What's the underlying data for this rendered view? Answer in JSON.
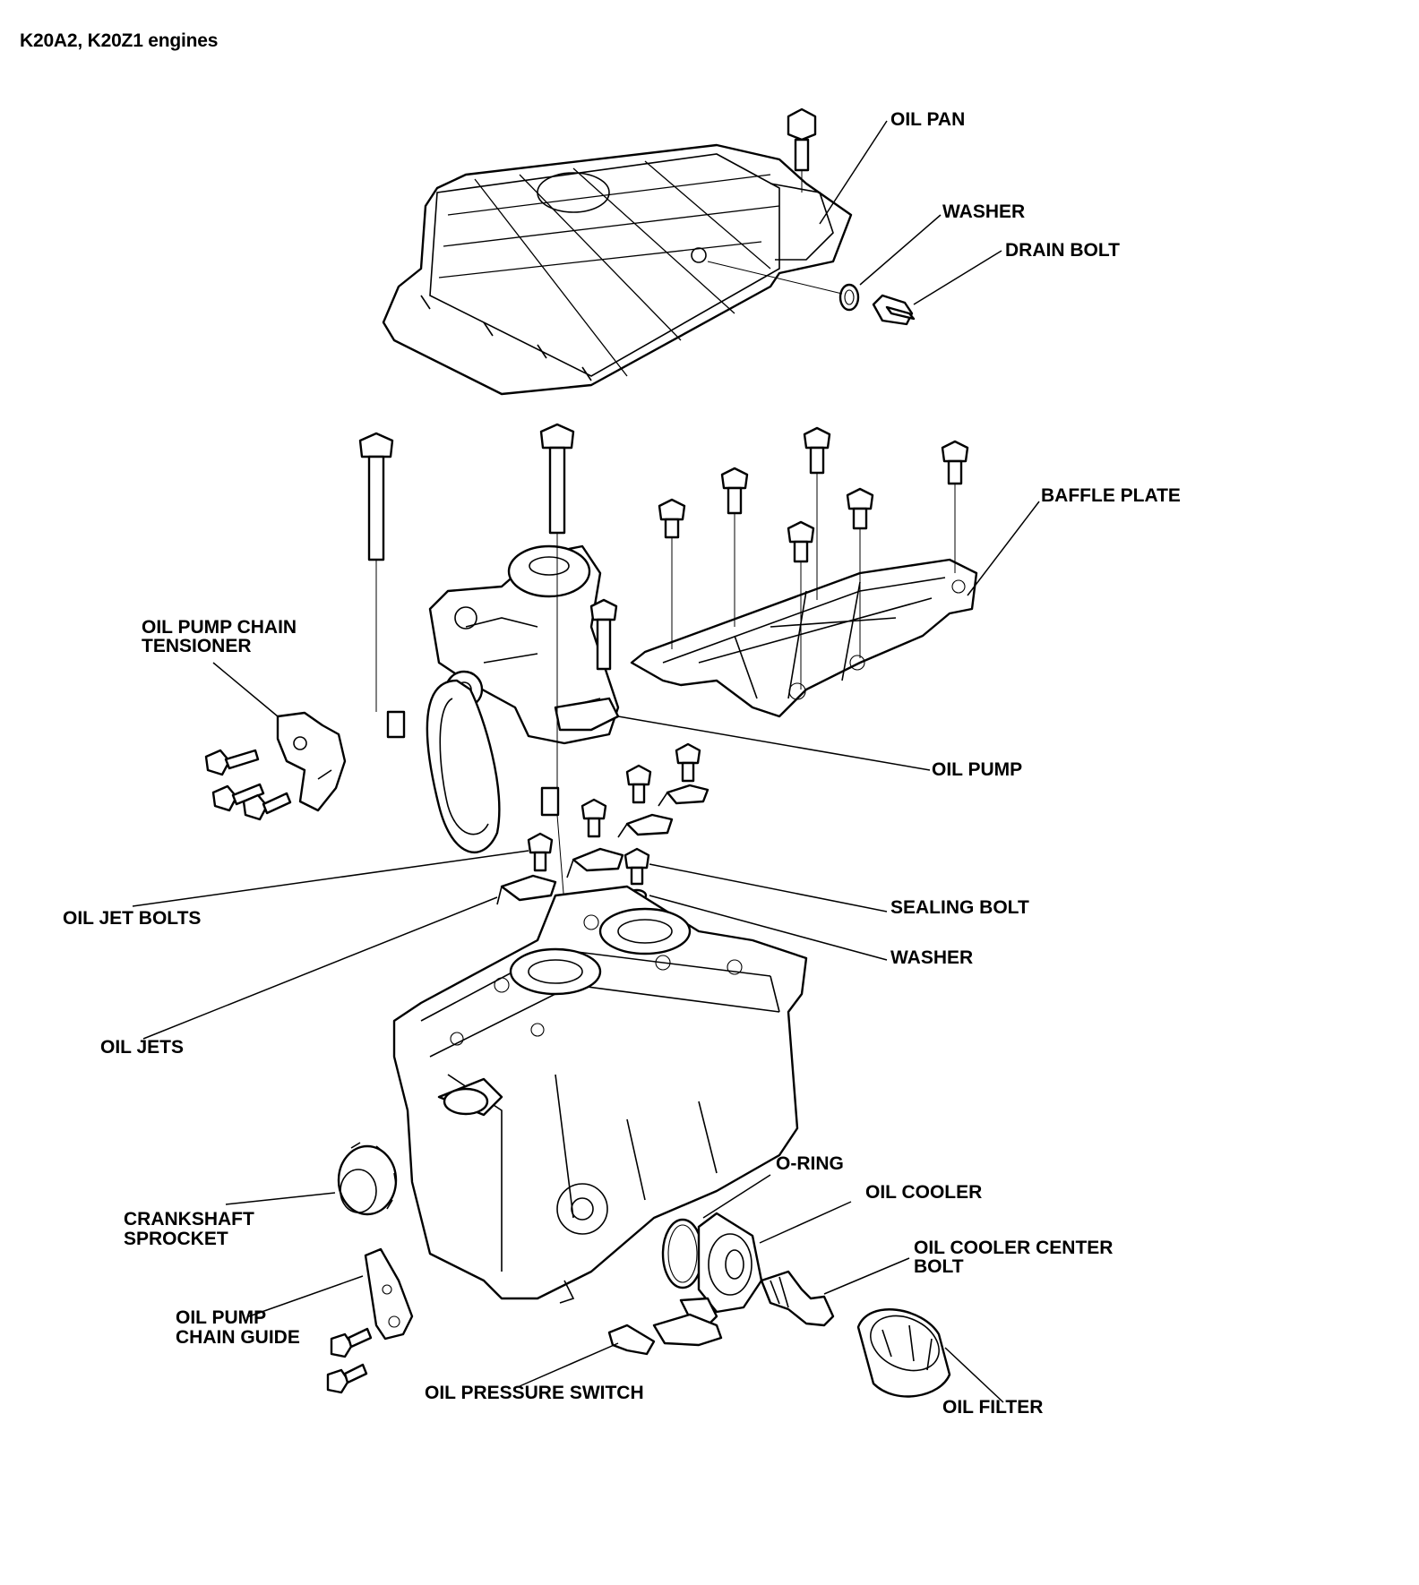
{
  "title": "K20A2, K20Z1 engines",
  "labels": {
    "oil_pan": "OIL PAN",
    "washer_top": "WASHER",
    "drain_bolt": "DRAIN BOLT",
    "baffle_plate": "BAFFLE PLATE",
    "tensioner_l1": "OIL PUMP CHAIN",
    "tensioner_l2": "TENSIONER",
    "oil_pump": "OIL PUMP",
    "oil_jet_bolts": "OIL JET BOLTS",
    "sealing_bolt": "SEALING BOLT",
    "washer_mid": "WASHER",
    "oil_jets": "OIL JETS",
    "o_ring": "O-RING",
    "oil_cooler": "OIL COOLER",
    "center_bolt_l1": "OIL COOLER CENTER",
    "center_bolt_l2": "BOLT",
    "sprocket_l1": "CRANKSHAFT",
    "sprocket_l2": "SPROCKET",
    "guide_l1": "OIL PUMP",
    "guide_l2": "CHAIN GUIDE",
    "pressure_switch": "OIL PRESSURE SWITCH",
    "oil_filter": "OIL FILTER"
  }
}
